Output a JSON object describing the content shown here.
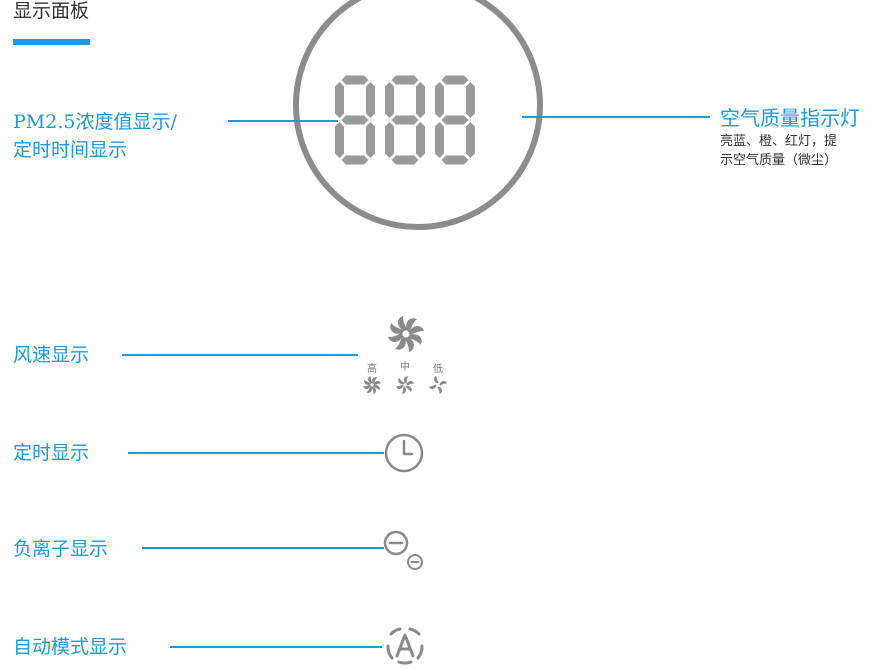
{
  "panel": {
    "title": "显示面板"
  },
  "display": {
    "digits": "888",
    "left_label_line1": "PM2.5浓度值显示/",
    "left_label_line2": "定时时间显示",
    "right_title": "空气质量指示灯",
    "right_desc_line1": "亮蓝、橙、红灯，提",
    "right_desc_line2": "示空气质量（微尘）"
  },
  "indicators": {
    "fan_speed": {
      "label": "风速显示",
      "levels": [
        "高",
        "中",
        "低"
      ],
      "icon": "fan-icon"
    },
    "timer": {
      "label": "定时显示",
      "icon": "clock-icon"
    },
    "anion": {
      "label": "负离子显示",
      "icon": "negative-ion-icon"
    },
    "auto_mode": {
      "label": "自动模式显示",
      "icon": "auto-mode-icon"
    }
  },
  "colors": {
    "accent": "#1a9bd7",
    "ring": "#8c8c8c",
    "digit": "#9a9a9a",
    "icon": "#8a8a8a"
  }
}
